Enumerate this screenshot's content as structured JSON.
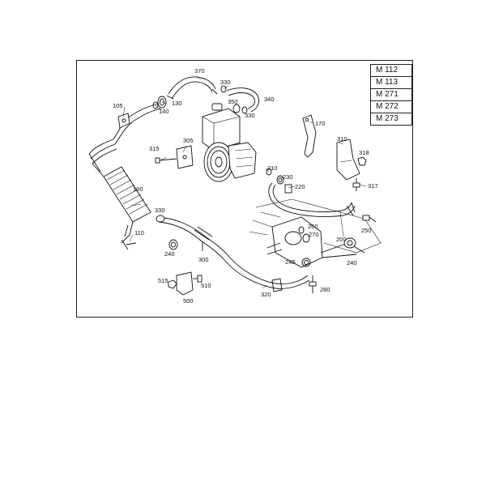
{
  "models": [
    "M 112",
    "M 113",
    "M 271",
    "M 272",
    "M 273"
  ],
  "part_labels": {
    "p100": "100",
    "p105": "105",
    "p110": "110",
    "p130": "130",
    "p140": "140",
    "p170": "170",
    "p200": "200",
    "p210": "210",
    "p220": "220",
    "p230": "230",
    "p240a": "240",
    "p240b": "240",
    "p245": "245",
    "p250": "250",
    "p260": "260",
    "p270": "270",
    "p280": "280",
    "p300": "300",
    "p305": "305",
    "p310": "310",
    "p315": "315",
    "p317": "317",
    "p318": "318",
    "p320": "320",
    "p330a": "330",
    "p330b": "330",
    "p330c": "330",
    "p340": "340",
    "p350": "350",
    "p370": "370",
    "p500": "500",
    "p510": "510",
    "p515": "515"
  }
}
